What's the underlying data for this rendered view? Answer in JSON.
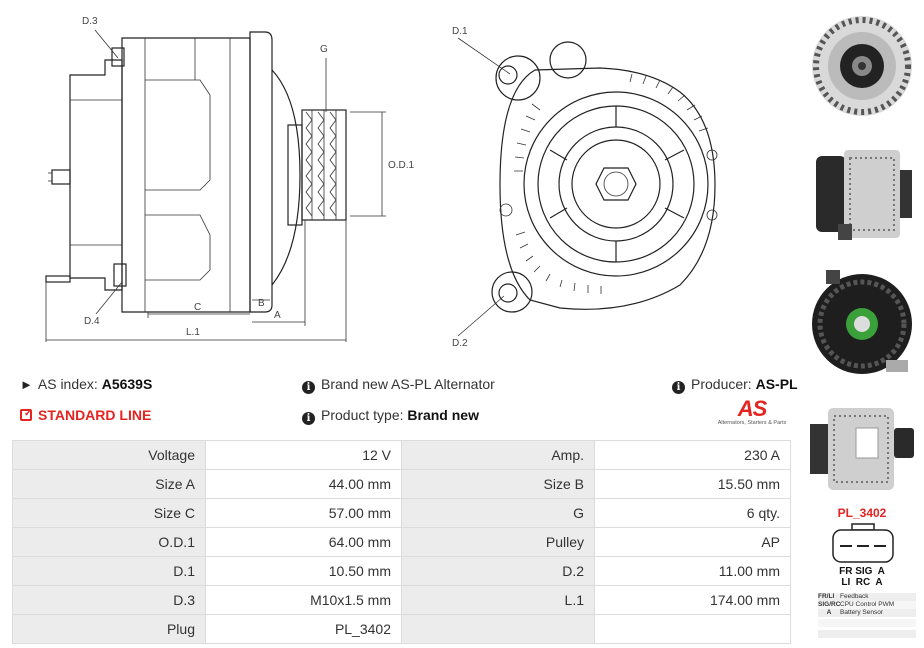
{
  "drawing_labels": {
    "d3": "D.3",
    "d4": "D.4",
    "g": "G",
    "od1": "O.D.1",
    "c": "C",
    "b": "B",
    "a": "A",
    "l1": "L.1",
    "d1": "D.1",
    "d2": "D.2"
  },
  "info": {
    "as_index_label": "AS index: ",
    "as_index_value": "A5639S",
    "brand_text": "Brand new AS-PL Alternator",
    "producer_label": "Producer: ",
    "producer_value": "AS-PL",
    "standard_line": "STANDARD LINE",
    "product_type_label": "Product type: ",
    "product_type_value": "Brand new"
  },
  "logo": {
    "mark": "AS",
    "tagline": "Alternators, Starters & Parts"
  },
  "specs": [
    {
      "l1": "Voltage",
      "v1": "12 V",
      "l2": "Amp.",
      "v2": "230 A"
    },
    {
      "l1": "Size A",
      "v1": "44.00 mm",
      "l2": "Size B",
      "v2": "15.50 mm"
    },
    {
      "l1": "Size C",
      "v1": "57.00 mm",
      "l2": "G",
      "v2": "6 qty."
    },
    {
      "l1": "O.D.1",
      "v1": "64.00 mm",
      "l2": "Pulley",
      "v2": "AP"
    },
    {
      "l1": "D.1",
      "v1": "10.50 mm",
      "l2": "D.2",
      "v2": "11.00 mm"
    },
    {
      "l1": "D.3",
      "v1": "M10x1.5 mm",
      "l2": "L.1",
      "v2": "174.00 mm"
    },
    {
      "l1": "Plug",
      "v1": "PL_3402",
      "l2": "",
      "v2": ""
    }
  ],
  "plug": {
    "code": "PL_3402",
    "pins_top": "FR SIG  A",
    "pins_bottom": "LI  RC  A",
    "legend": [
      {
        "code": "FR/LI",
        "desc": "Feedback"
      },
      {
        "code": "SIG/RC",
        "desc": "CPU Control PWM"
      },
      {
        "code": "A",
        "desc": "Battery Sensor"
      }
    ]
  },
  "colors": {
    "red": "#e52421",
    "table_label_bg": "#ececec"
  }
}
